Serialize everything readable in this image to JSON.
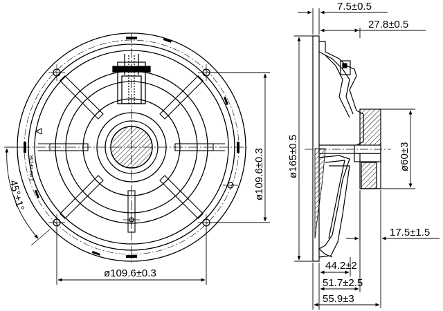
{
  "front_view": {
    "dim_bolt_circle_vertical": "ø109.6±0.3",
    "dim_bolt_circle_horizontal": "ø109.6±0.3",
    "dim_angle": "45°±1°",
    "stamp_text": "1 PC 6F15K"
  },
  "side_view": {
    "dim_flange_thickness": "7.5±0.5",
    "dim_top_depth": "27.8±0.5",
    "dim_outer_diameter": "ø165±0.5",
    "dim_magnet_diameter": "ø60±3",
    "dim_magnet_height": "17.5±1.5",
    "dim_depth_1": "44.2±2",
    "dim_depth_2": "51.7±2.5",
    "dim_depth_3": "55.9±3"
  },
  "colors": {
    "line": "#000000",
    "background": "#ffffff"
  }
}
